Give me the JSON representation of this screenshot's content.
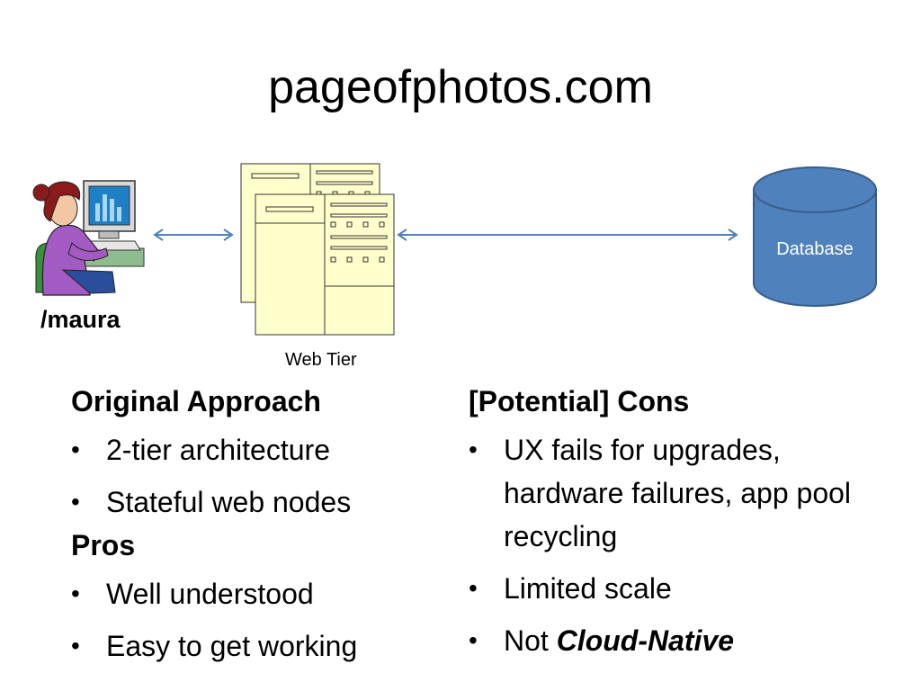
{
  "title": "pageofphotos.com",
  "diagram": {
    "user_label": "/maura",
    "web_tier_label": "Web Tier",
    "database_label": "Database",
    "colors": {
      "arrow": "#4f81bd",
      "database_fill": "#4f81bd",
      "database_stroke": "#385d8a",
      "page_fill": "#ffffcc"
    }
  },
  "left_column": {
    "heading_1": "Original Approach",
    "items_1": [
      "2-tier architecture",
      "Stateful web nodes"
    ],
    "heading_2": "Pros",
    "items_2": [
      "Well understood",
      "Easy to get working"
    ]
  },
  "right_column": {
    "heading": "[Potential] Cons",
    "items": [
      "UX fails for upgrades, hardware failures, app pool recycling",
      "Limited scale"
    ],
    "last_item_prefix": "Not ",
    "last_item_emphasis": "Cloud-Native"
  },
  "bullet_glyph": "•"
}
